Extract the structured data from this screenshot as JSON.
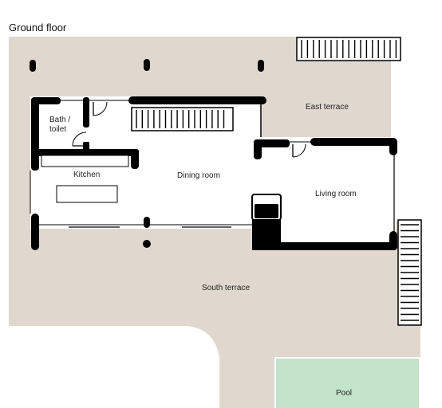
{
  "header": {
    "title": "Ground floor"
  },
  "rooms": {
    "bath_line1": "Bath /",
    "bath_line2": "toilet",
    "kitchen": "Kitchen",
    "dining": "Dining room",
    "living": "Living room",
    "east_terrace": "East terrace",
    "south_terrace": "South terrace",
    "pool": "Pool"
  },
  "colors": {
    "terrace": "#e0d8ce",
    "pool": "#c3e3cb",
    "wall": "#000000",
    "interior": "#ffffff"
  }
}
